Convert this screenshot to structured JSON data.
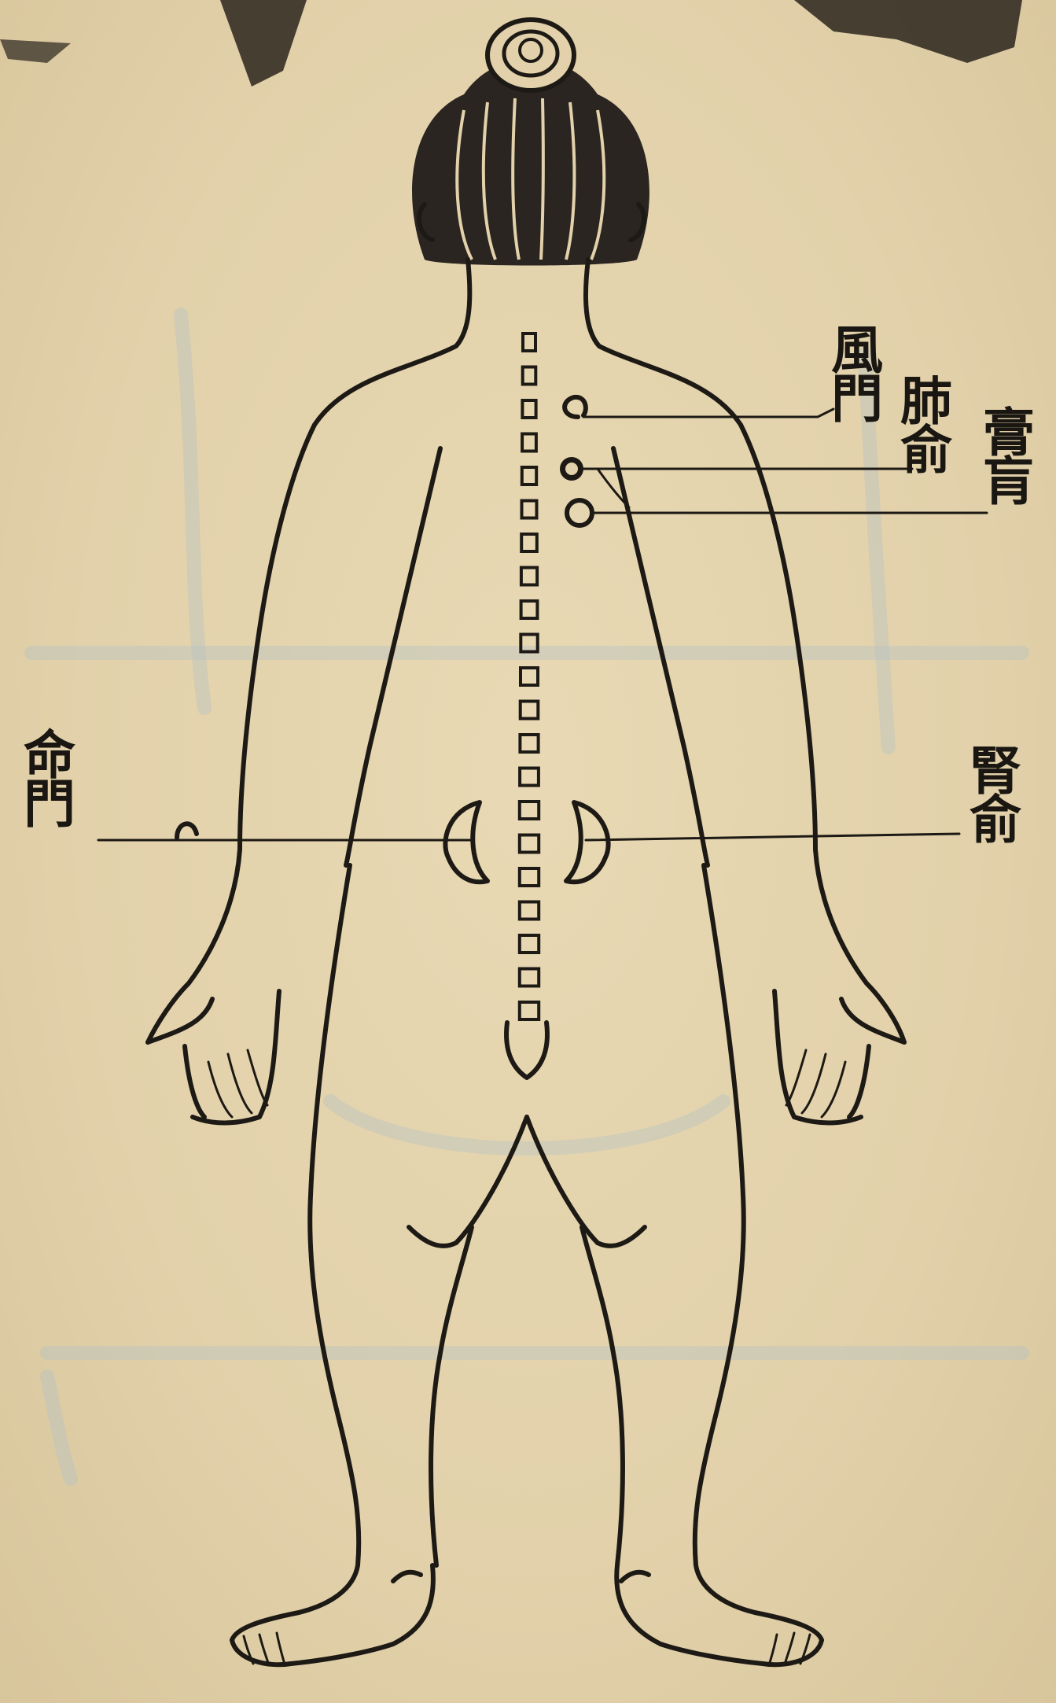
{
  "labels": {
    "fengmen": "風門",
    "feishu": "肺俞",
    "gaohuang": "膏肓",
    "mingmen": "命門",
    "shenshu": "腎俞"
  },
  "colors": {
    "ink": "#1d1a15",
    "paper": "#e4d4ad",
    "bleed": "#b9c3c0"
  },
  "vertebra_count": 21
}
